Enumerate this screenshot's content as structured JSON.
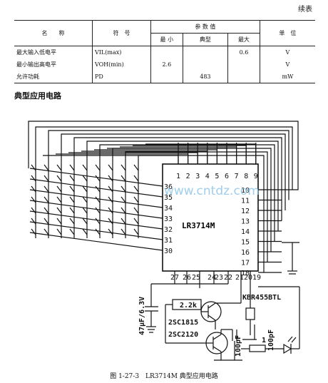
{
  "header": {
    "continued": "续表"
  },
  "table": {
    "col_name": "名　　称",
    "col_symbol": "符　号",
    "col_params": "参 数 值",
    "col_min": "最 小",
    "col_typ": "典型",
    "col_max": "最大",
    "col_unit": "单　位",
    "rows": [
      {
        "name": "最大输入低电平",
        "symbol": "VIL(max)",
        "min": "",
        "typ": "",
        "max": "0.6",
        "unit": "V"
      },
      {
        "name": "最小输出高电平",
        "symbol": "VOH(min)",
        "min": "2.6",
        "typ": "",
        "max": "",
        "unit": "V"
      },
      {
        "name": "允许功耗",
        "symbol": "PD",
        "min": "",
        "typ": "483",
        "max": "",
        "unit": "mW"
      }
    ]
  },
  "section_title": "典型应用电路",
  "watermark": "www.cntdz.com",
  "circuit": {
    "chip_label": "LR3714M",
    "top_pins": [
      "1",
      "2",
      "3",
      "4",
      "5",
      "6",
      "7",
      "8",
      "9"
    ],
    "right_pins": [
      "10",
      "11",
      "12",
      "13",
      "14",
      "15",
      "16",
      "17",
      "18"
    ],
    "left_pins": [
      "36",
      "35",
      "34",
      "33",
      "32",
      "31",
      "30"
    ],
    "bottom_pins": [
      "27",
      "26",
      "25",
      "24",
      "23",
      "22",
      "21",
      "20",
      "19"
    ],
    "resistor_label": "2.2k",
    "transistor1_label": "2SC1815",
    "transistor2_label": "2SC2120",
    "capacitor1_label": "47μF/6.3V",
    "capacitor2_label": "100pF",
    "capacitor3_label": "100pF",
    "resonator_label": "KBR455BTL",
    "resistor2_label": "1"
  },
  "caption": "图 1-27-3　LR3714M 典型应用电路"
}
